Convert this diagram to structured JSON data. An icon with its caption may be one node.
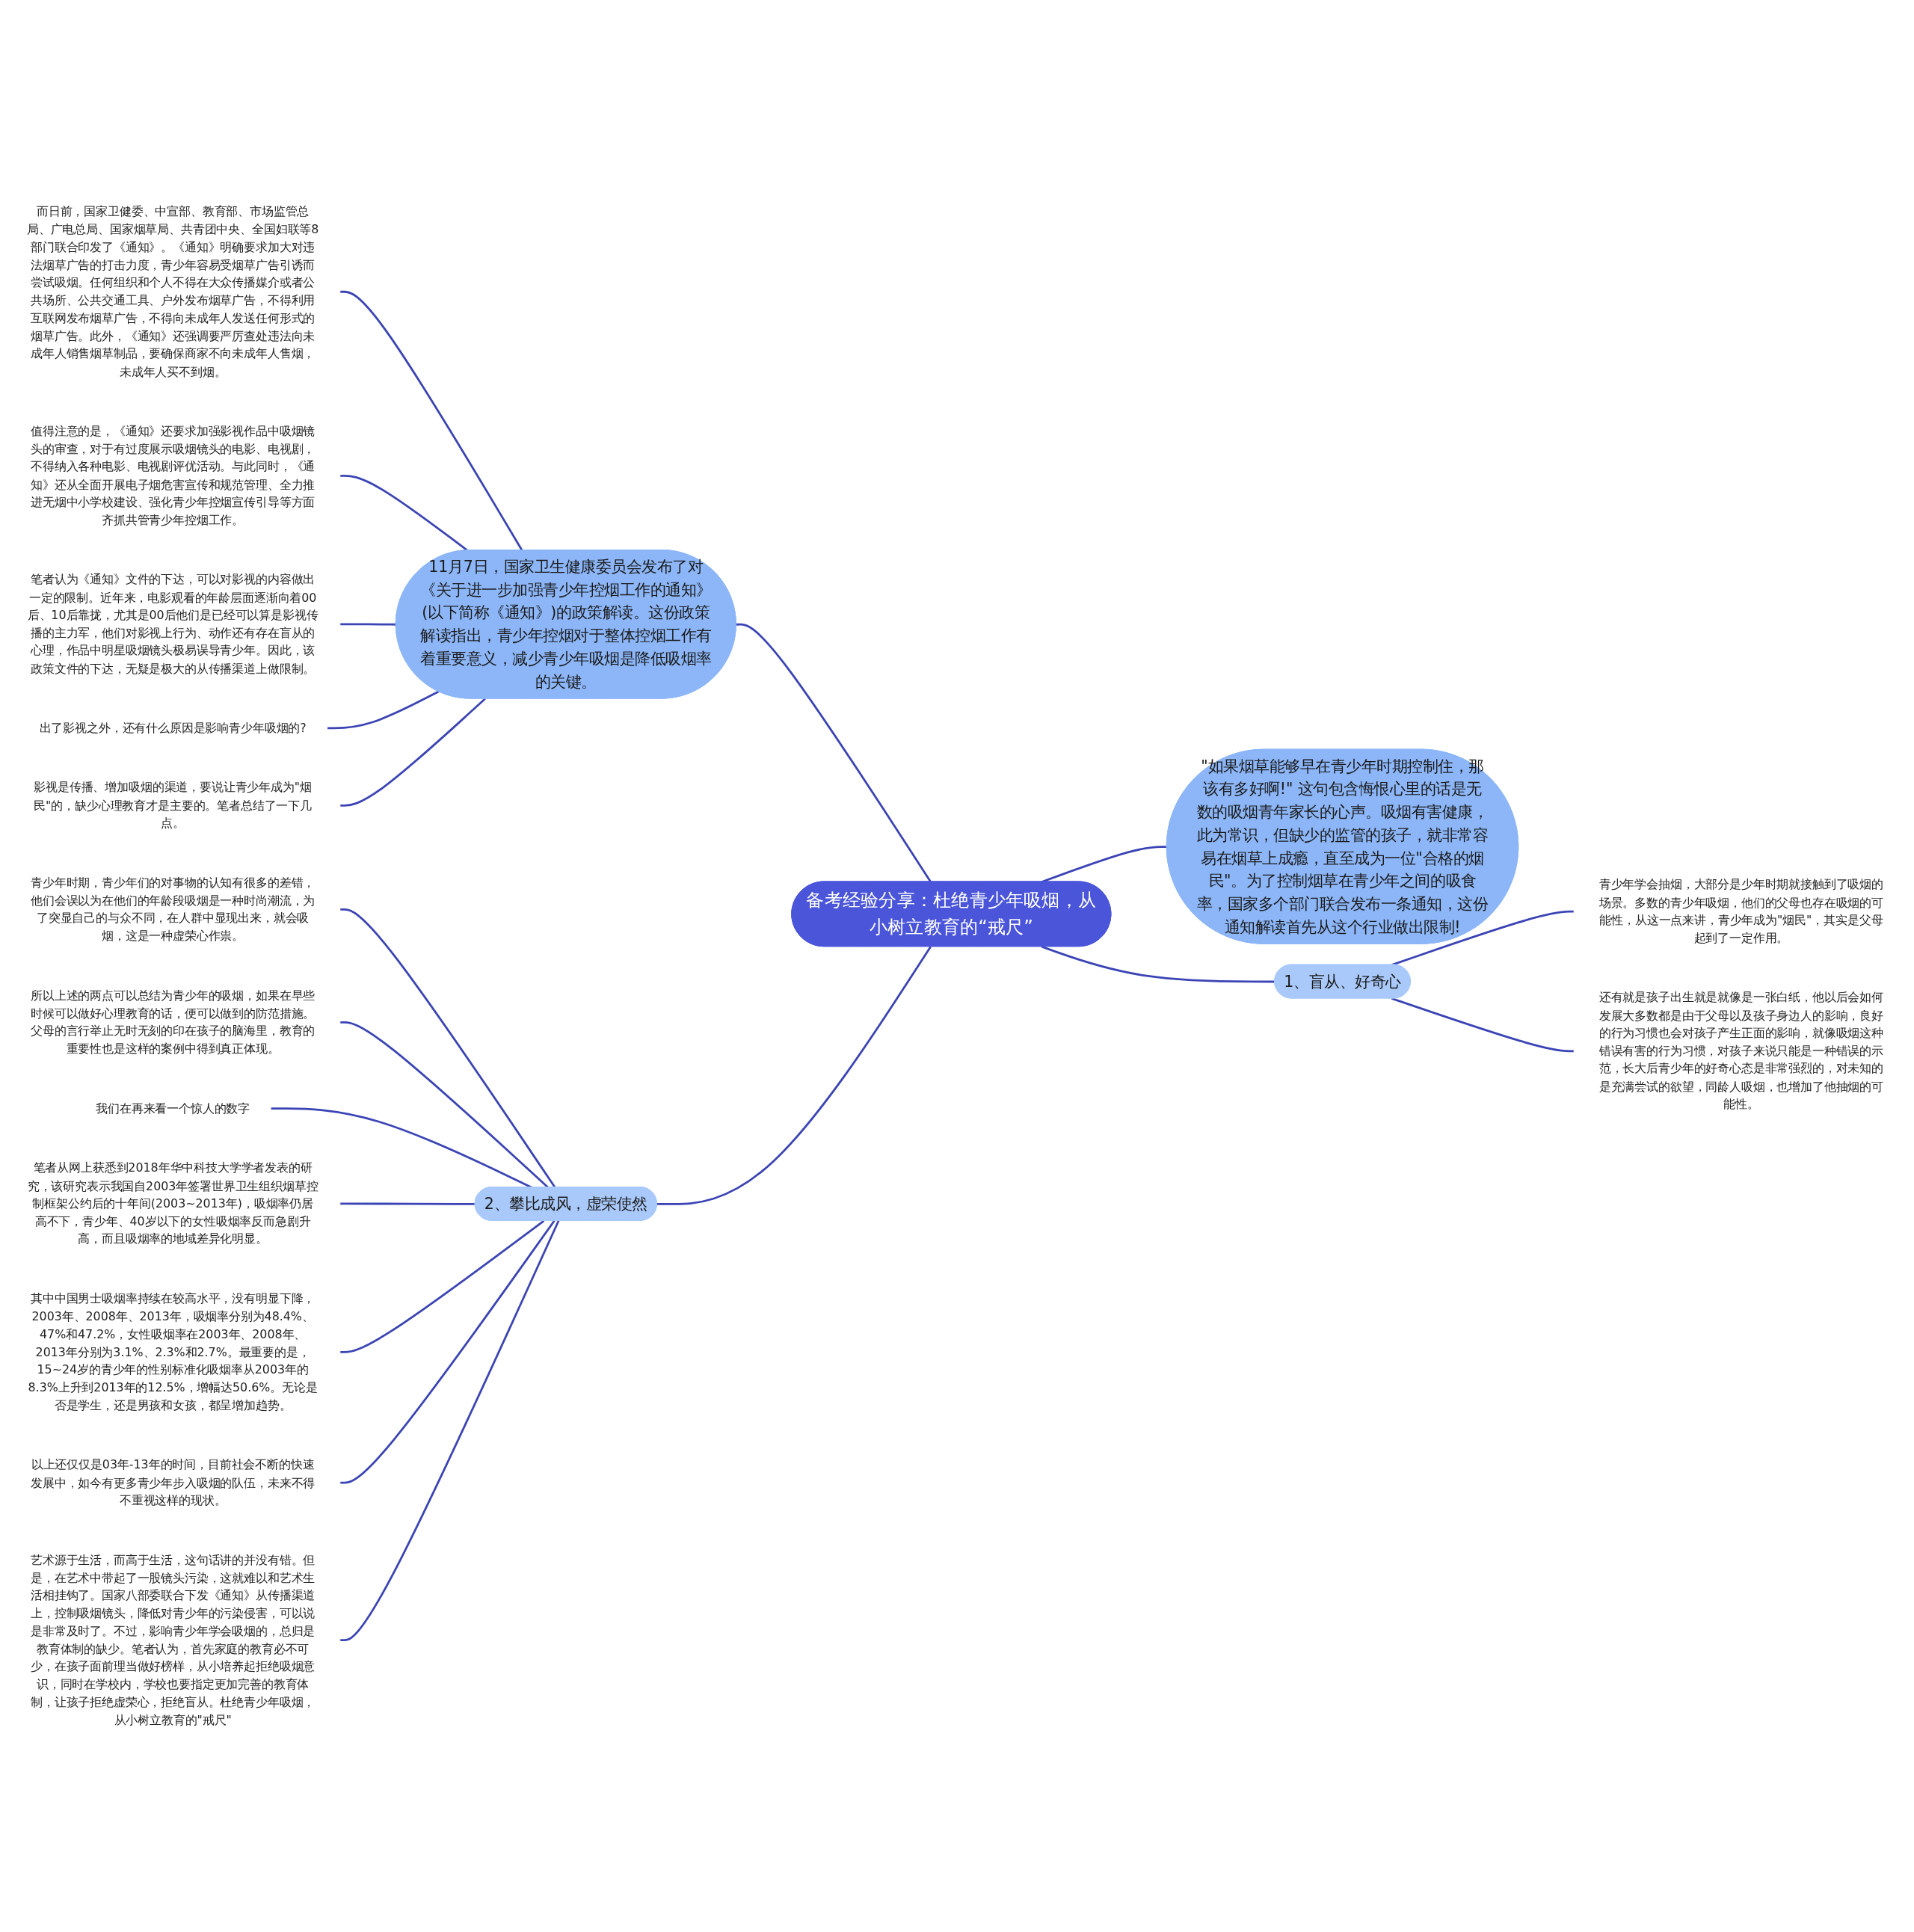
{
  "diagram": {
    "nodes": [
      {
        "text": [
          "备考经验分享：杜绝青少年吸烟，从小树立教育的“戒尺”"
        ]
      },
      {
        "text": [
          "11月7日，国家卫生健康委员会发布了对《关于进一步加强青少年控烟工作的通知》(以下简称《通知》)的政策解读。这份政策解读指出，青少年控烟对于整体控烟工作有着重要意义，减少青少年吸烟是降低吸烟率的关键。"
        ]
      },
      {
        "text": [
          "而日前，国家卫健委、中宣部、教育部、市场监管总局、广电总局、国家烟草局、共青团中央、全国妇联等8部门联合印发了《通知》。《通知》明确要求加大对违法烟草广告的打击力度，青少年容易受烟草广告引诱而尝试吸烟。任何组织和个人不得在大众传播媒介或者公共场所、公共交通工具、户外发布烟草广告，不得利用互联网发布烟草广告，不得向未成年人发送任何形式的烟草广告。此外，《通知》还强调要严厉查处违法向未成年人销售烟草制品，要确保商家不向未成年人售烟，未成年人买不到烟。"
        ]
      },
      {
        "text": [
          "值得注意的是，《通知》还要求加强影视作品中吸烟镜头的审查，对于有过度展示吸烟镜头的电影、电视剧，不得纳入各种电影、电视剧评优活动。与此同时，《通知》还从全面开展电子烟危害宣传和规范管理、全力推进无烟中小学校建设、强化青少年控烟宣传引导等方面齐抓共管青少年控烟工作。"
        ]
      },
      {
        "text": [
          "笔者认为《通知》文件的下达，可以对影视的内容做出一定的限制。近年来，电影观看的年龄层面逐渐向着00后、10后靠拢，尤其是00后他们是已经可以算是影视传播的主力军，他们对影视上行为、动作还有存在盲从的心理，作品中明星吸烟镜头极易误导青少年。因此，该政策文件的下达，无疑是极大的从传播渠道上做限制。"
        ]
      },
      {
        "text": [
          "出了影视之外，还有什么原因是影响青少年吸烟的?"
        ]
      },
      {
        "text": [
          "影视是传播、增加吸烟的渠道，要说让青少年成为\"烟民\"的，缺少心理教育才是主要的。笔者总结了一下几点。"
        ]
      },
      {
        "text": [
          "\"如果烟草能够早在青少年时期控制住，那该有多好啊!\" 这句包含悔恨心里的话是无数的吸烟青年家长的心声。吸烟有害健康，此为常识，但缺少的监管的孩子，就非常容易在烟草上成瘾，直至成为一位\"合格的烟民\"。为了控制烟草在青少年之间的吸食率，国家多个部门联合发布一条通知，这份通知解读首先从这个行业做出限制!"
        ]
      },
      {
        "text": [
          "1、盲从、好奇心"
        ]
      },
      {
        "text": [
          "青少年学会抽烟，大部分是少年时期就接触到了吸烟的场景。多数的青少年吸烟，他们的父母也存在吸烟的可能性，从这一点来讲，青少年成为\"烟民\"，其实是父母起到了一定作用。"
        ]
      },
      {
        "text": [
          "还有就是孩子出生就是就像是一张白纸，他以后会如何发展大多数都是由于父母以及孩子身边人的影响，良好的行为习惯也会对孩子产生正面的影响，就像吸烟这种错误有害的行为习惯，对孩子来说只能是一种错误的示范，长大后青少年的好奇心态是非常强烈的，对未知的是充满尝试的欲望，同龄人吸烟，也增加了他抽烟的可能性。"
        ]
      },
      {
        "text": [
          "2、攀比成风，虚荣使然"
        ]
      },
      {
        "text": [
          "青少年时期，青少年们的对事物的认知有很多的差错，他们会误以为在他们的年龄段吸烟是一种时尚潮流，为了突显自己的与众不同，在人群中显现出来，就会吸烟，这是一种虚荣心作祟。"
        ]
      },
      {
        "text": [
          "所以上述的两点可以总结为青少年的吸烟，如果在早些时候可以做好心理教育的话，便可以做到的防范措施。父母的言行举止无时无刻的印在孩子的脑海里，教育的重要性也是这样的案例中得到真正体现。"
        ]
      },
      {
        "text": [
          "我们在再来看一个惊人的数字"
        ]
      },
      {
        "text": [
          "笔者从网上获悉到2018年华中科技大学学者发表的研究，该研究表示我国自2003年签署世界卫生组织烟草控制框架公约后的十年间(2003~2013年)，吸烟率仍居高不下，青少年、40岁以下的女性吸烟率反而急剧升高，而且吸烟率的地域差异化明显。"
        ]
      },
      {
        "text": [
          "其中中国男士吸烟率持续在较高水平，没有明显下降，2003年、2008年、2013年，吸烟率分别为48.4%、47%和47.2%，女性吸烟率在2003年、2008年、2013年分别为3.1%、2.3%和2.7%。最重要的是，15~24岁的青少年的性别标准化吸烟率从2003年的8.3%上升到2013年的12.5%，增幅达50.6%。无论是否是学生，还是男孩和女孩，都呈增加趋势。"
        ]
      },
      {
        "text": [
          "以上还仅仅是03年-13年的时间，目前社会不断的快速发展中，如今有更多青少年步入吸烟的队伍，未来不得不重视这样的现状。"
        ]
      },
      {
        "text": [
          "艺术源于生活，而高于生活，这句话讲的并没有错。但是，在艺术中带起了一股镜头污染，这就难以和艺术生活相挂钩了。国家八部委联合下发《通知》从传播渠道上，控制吸烟镜头，降低对青少年的污染侵害，可以说是非常及时了。不过，影响青少年学会吸烟的，总归是教育体制的缺少。笔者认为，首先家庭的教育必不可少，在孩子面前理当做好榜样，从小培养起拒绝吸烟意识，同时在学校内，学校也要指定更加完善的教育体制，让孩子拒绝虚荣心，拒绝盲从。杜绝青少年吸烟，从小树立教育的\"戒尺\""
        ]
      }
    ],
    "edges": [
      {
        "from": 1,
        "to": 0,
        "arrow": "none"
      },
      {
        "from": 2,
        "to": 1,
        "arrow": "none"
      },
      {
        "from": 3,
        "to": 1,
        "arrow": "none"
      },
      {
        "from": 4,
        "to": 1,
        "arrow": "none"
      },
      {
        "from": 5,
        "to": 1,
        "arrow": "none"
      },
      {
        "from": 6,
        "to": 1,
        "arrow": "none"
      },
      {
        "from": 0,
        "to": 7,
        "arrow": "none"
      },
      {
        "from": 0,
        "to": 8,
        "arrow": "none"
      },
      {
        "from": 8,
        "to": 9,
        "arrow": "none"
      },
      {
        "from": 8,
        "to": 10,
        "arrow": "none"
      },
      {
        "from": 11,
        "to": 0,
        "arrow": "none"
      },
      {
        "from": 12,
        "to": 11,
        "arrow": "none"
      },
      {
        "from": 13,
        "to": 11,
        "arrow": "none"
      },
      {
        "from": 14,
        "to": 11,
        "arrow": "none"
      },
      {
        "from": 15,
        "to": 11,
        "arrow": "none"
      },
      {
        "from": 16,
        "to": 11,
        "arrow": "none"
      },
      {
        "from": 17,
        "to": 11,
        "arrow": "none"
      },
      {
        "from": 18,
        "to": 11,
        "arrow": "none"
      }
    ]
  }
}
